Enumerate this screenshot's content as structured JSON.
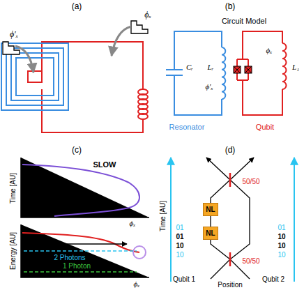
{
  "diagram": {
    "nodes": [
      {
        "text": [
          "NL"
        ]
      },
      {
        "text": [
          "NL"
        ]
      }
    ],
    "labels": [
      "(a)",
      "ϕ′ₓ",
      "ϕₓ",
      "(b)",
      "Circuit Model",
      "Cᵣ",
      "Lᵣ",
      "ϕ′ₓ",
      "ϕₓ",
      "L₁",
      "Resonator",
      "Qubit",
      "(c)",
      "SLOW",
      "Time [AU]",
      "ϕₓ",
      "Energy [AU]",
      "2 Photons",
      "1 Photon",
      "ϕₓ",
      "(d)",
      "Time [AU]",
      "Position",
      "Qubit 1",
      "Qubit 2",
      "50/50",
      "50/50",
      "01",
      "01",
      "10",
      "10",
      "01",
      "10",
      "10",
      "10"
    ]
  }
}
